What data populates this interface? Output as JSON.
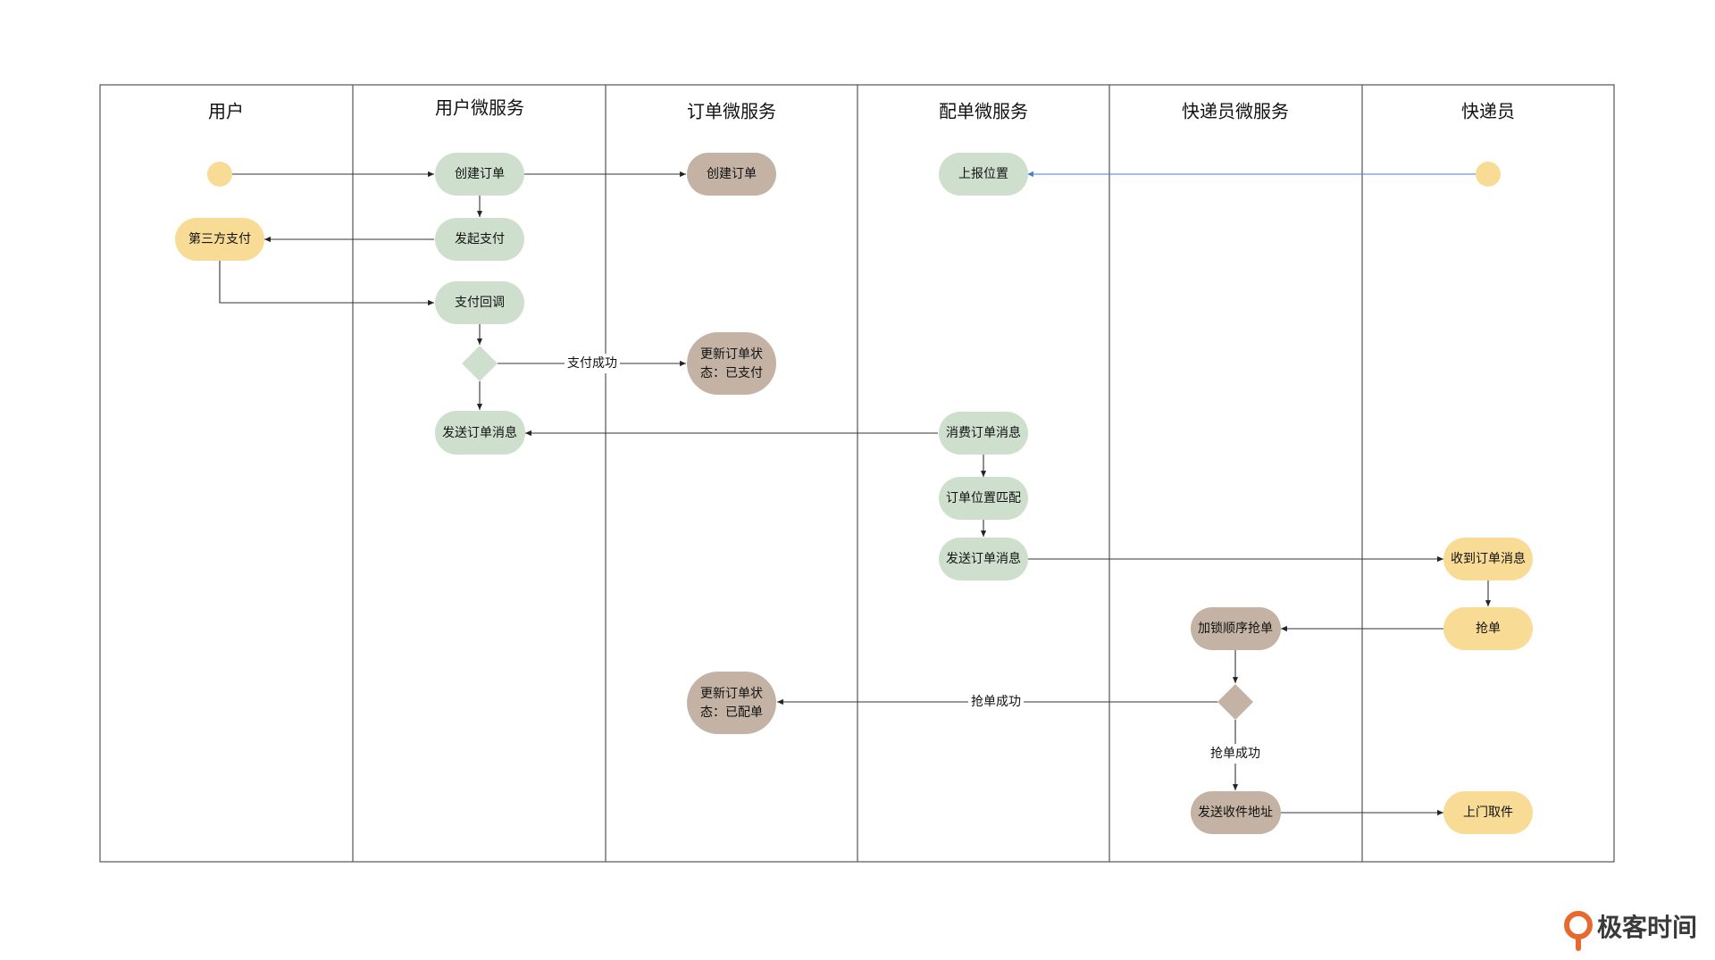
{
  "lanes": [
    {
      "id": "user",
      "title": "用户"
    },
    {
      "id": "user_svc",
      "title": "用户微服务"
    },
    {
      "id": "order_svc",
      "title": "订单微服务"
    },
    {
      "id": "dispatch_svc",
      "title": "配单微服务"
    },
    {
      "id": "courier_svc",
      "title": "快递员微服务"
    },
    {
      "id": "courier",
      "title": "快递员"
    }
  ],
  "nodes": {
    "start_user": {
      "label": ""
    },
    "third_party_pay": {
      "label": "第三方支付"
    },
    "create_order_user": {
      "label": "创建订单"
    },
    "start_payment": {
      "label": "发起支付"
    },
    "payment_callback": {
      "label": "支付回调"
    },
    "pay_decision": {
      "label": ""
    },
    "send_order_msg_user": {
      "label": "发送订单消息"
    },
    "create_order_order": {
      "label": "创建订单"
    },
    "update_status_paid": {
      "label": "更新订单状态：已支付",
      "lines": [
        "更新订单状",
        "态：已支付"
      ]
    },
    "update_status_dispatched": {
      "label": "更新订单状态：已配单",
      "lines": [
        "更新订单状",
        "态：已配单"
      ]
    },
    "report_location": {
      "label": "上报位置"
    },
    "consume_order_msg": {
      "label": "消费订单消息"
    },
    "order_location_match": {
      "label": "订单位置匹配"
    },
    "send_order_msg_dispatch": {
      "label": "发送订单消息"
    },
    "lock_grab": {
      "label": "加锁顺序抢单"
    },
    "grab_decision": {
      "label": ""
    },
    "send_pickup_address": {
      "label": "发送收件地址"
    },
    "start_courier": {
      "label": ""
    },
    "receive_order_msg": {
      "label": "收到订单消息"
    },
    "grab_order": {
      "label": "抢单"
    },
    "door_pickup": {
      "label": "上门取件"
    }
  },
  "edge_labels": {
    "pay_success": "支付成功",
    "grab_success_left": "抢单成功",
    "grab_success_down": "抢单成功"
  },
  "colors": {
    "green": "#cfdfcd",
    "brown": "#c4b3a4",
    "yellow": "#f8dc96",
    "diamond_green": "#cfdfcd",
    "diamond_brown": "#c4b3a4",
    "line": "#333333",
    "blue_line": "#4a7fc1",
    "border": "#555555"
  },
  "watermark": {
    "text": "极客时间",
    "icon": "geektime-logo-icon",
    "color": "#e8692e"
  }
}
